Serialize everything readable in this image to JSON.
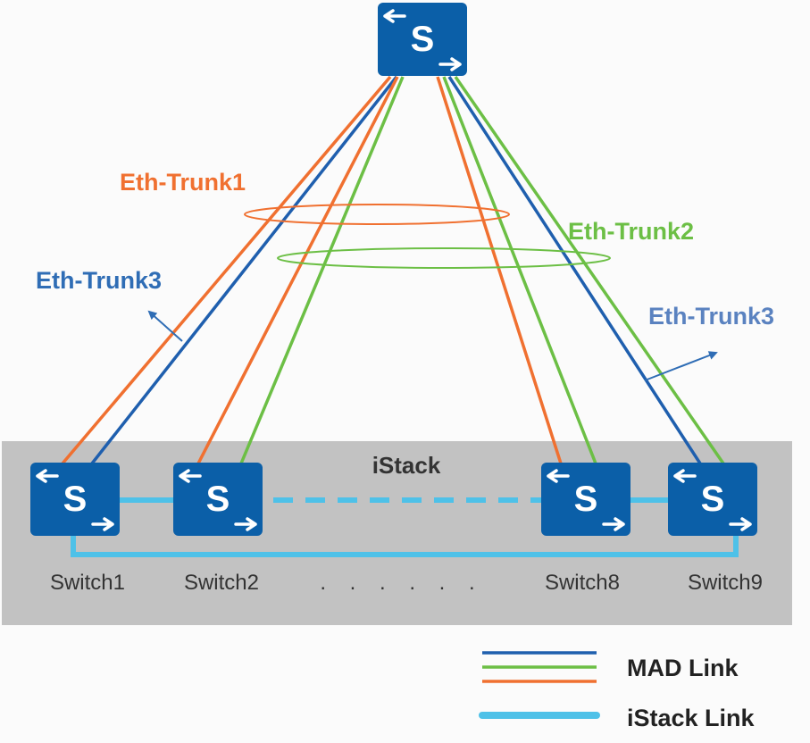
{
  "colors": {
    "switch_blue": "#0b5fa8",
    "mad_blue": "#1f5fae",
    "mad_green": "#6cbf45",
    "mad_orange": "#f07030",
    "istack_link": "#4ec1e8",
    "istack_bg": "#c2c2c2"
  },
  "icon": "switch-icon",
  "switch_letter": "S",
  "istack_title": "iStack",
  "switches": [
    {
      "label": "Switch1"
    },
    {
      "label": "Switch2"
    },
    {
      "label": "Switch8"
    },
    {
      "label": "Switch9"
    }
  ],
  "dots": ". . . . . .",
  "trunks": {
    "trunk1": "Eth-Trunk1",
    "trunk2": "Eth-Trunk2",
    "trunk3_left": "Eth-Trunk3",
    "trunk3_right": "Eth-Trunk3"
  },
  "legend": {
    "mad": "MAD Link",
    "istack": "iStack Link"
  }
}
